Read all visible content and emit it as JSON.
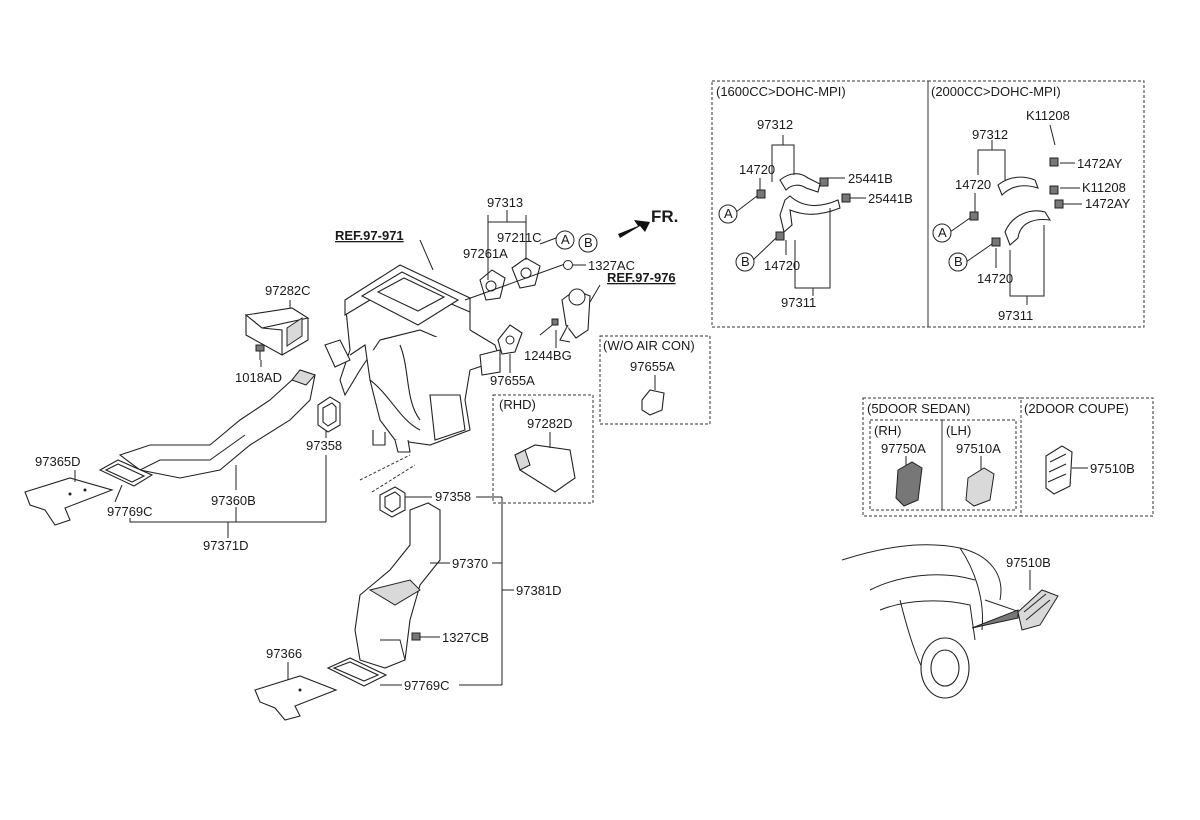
{
  "refs": {
    "ref_971": "REF.97-971",
    "ref_976": "REF.97-976",
    "front": "FR."
  },
  "labels": {
    "p97313": "97313",
    "p97211C": "97211C",
    "p97261A": "97261A",
    "p1327AC": "1327AC",
    "p97282C": "97282C",
    "p1018AD": "1018AD",
    "p1244BG": "1244BG",
    "p97655A": "97655A",
    "p97358a": "97358",
    "p97358b": "97358",
    "p97365D": "97365D",
    "p97769Ca": "97769C",
    "p97360B": "97360B",
    "p97371D": "97371D",
    "p97370": "97370",
    "p97381D": "97381D",
    "p1327CB": "1327CB",
    "p97366": "97366",
    "p97769Cb": "97769C"
  },
  "callouts": {
    "a": "A",
    "b": "B"
  },
  "boxes": {
    "rhd": {
      "title": "(RHD)",
      "part": "97282D"
    },
    "wo_aircon": {
      "title": "(W/O AIR CON)",
      "part": "97655A"
    },
    "dohc1600": {
      "title": "(1600CC>DOHC-MPI)",
      "p97312": "97312",
      "p14720a": "14720",
      "p25441Ba": "25441B",
      "p25441Bb": "25441B",
      "p14720b": "14720",
      "p97311": "97311"
    },
    "dohc2000": {
      "title": "(2000CC>DOHC-MPI)",
      "p97312": "97312",
      "pK11208a": "K11208",
      "p1472AYa": "1472AY",
      "p14720a": "14720",
      "pK11208b": "K11208",
      "p1472AYb": "1472AY",
      "p14720b": "14720",
      "p97311": "97311"
    },
    "sedan": {
      "title": "(5DOOR SEDAN)",
      "rh": "(RH)",
      "lh": "(LH)",
      "rh_part": "97750A",
      "lh_part": "97510A"
    },
    "coupe": {
      "title": "(2DOOR COUPE)",
      "part": "97510B"
    }
  },
  "car_part": "97510B"
}
